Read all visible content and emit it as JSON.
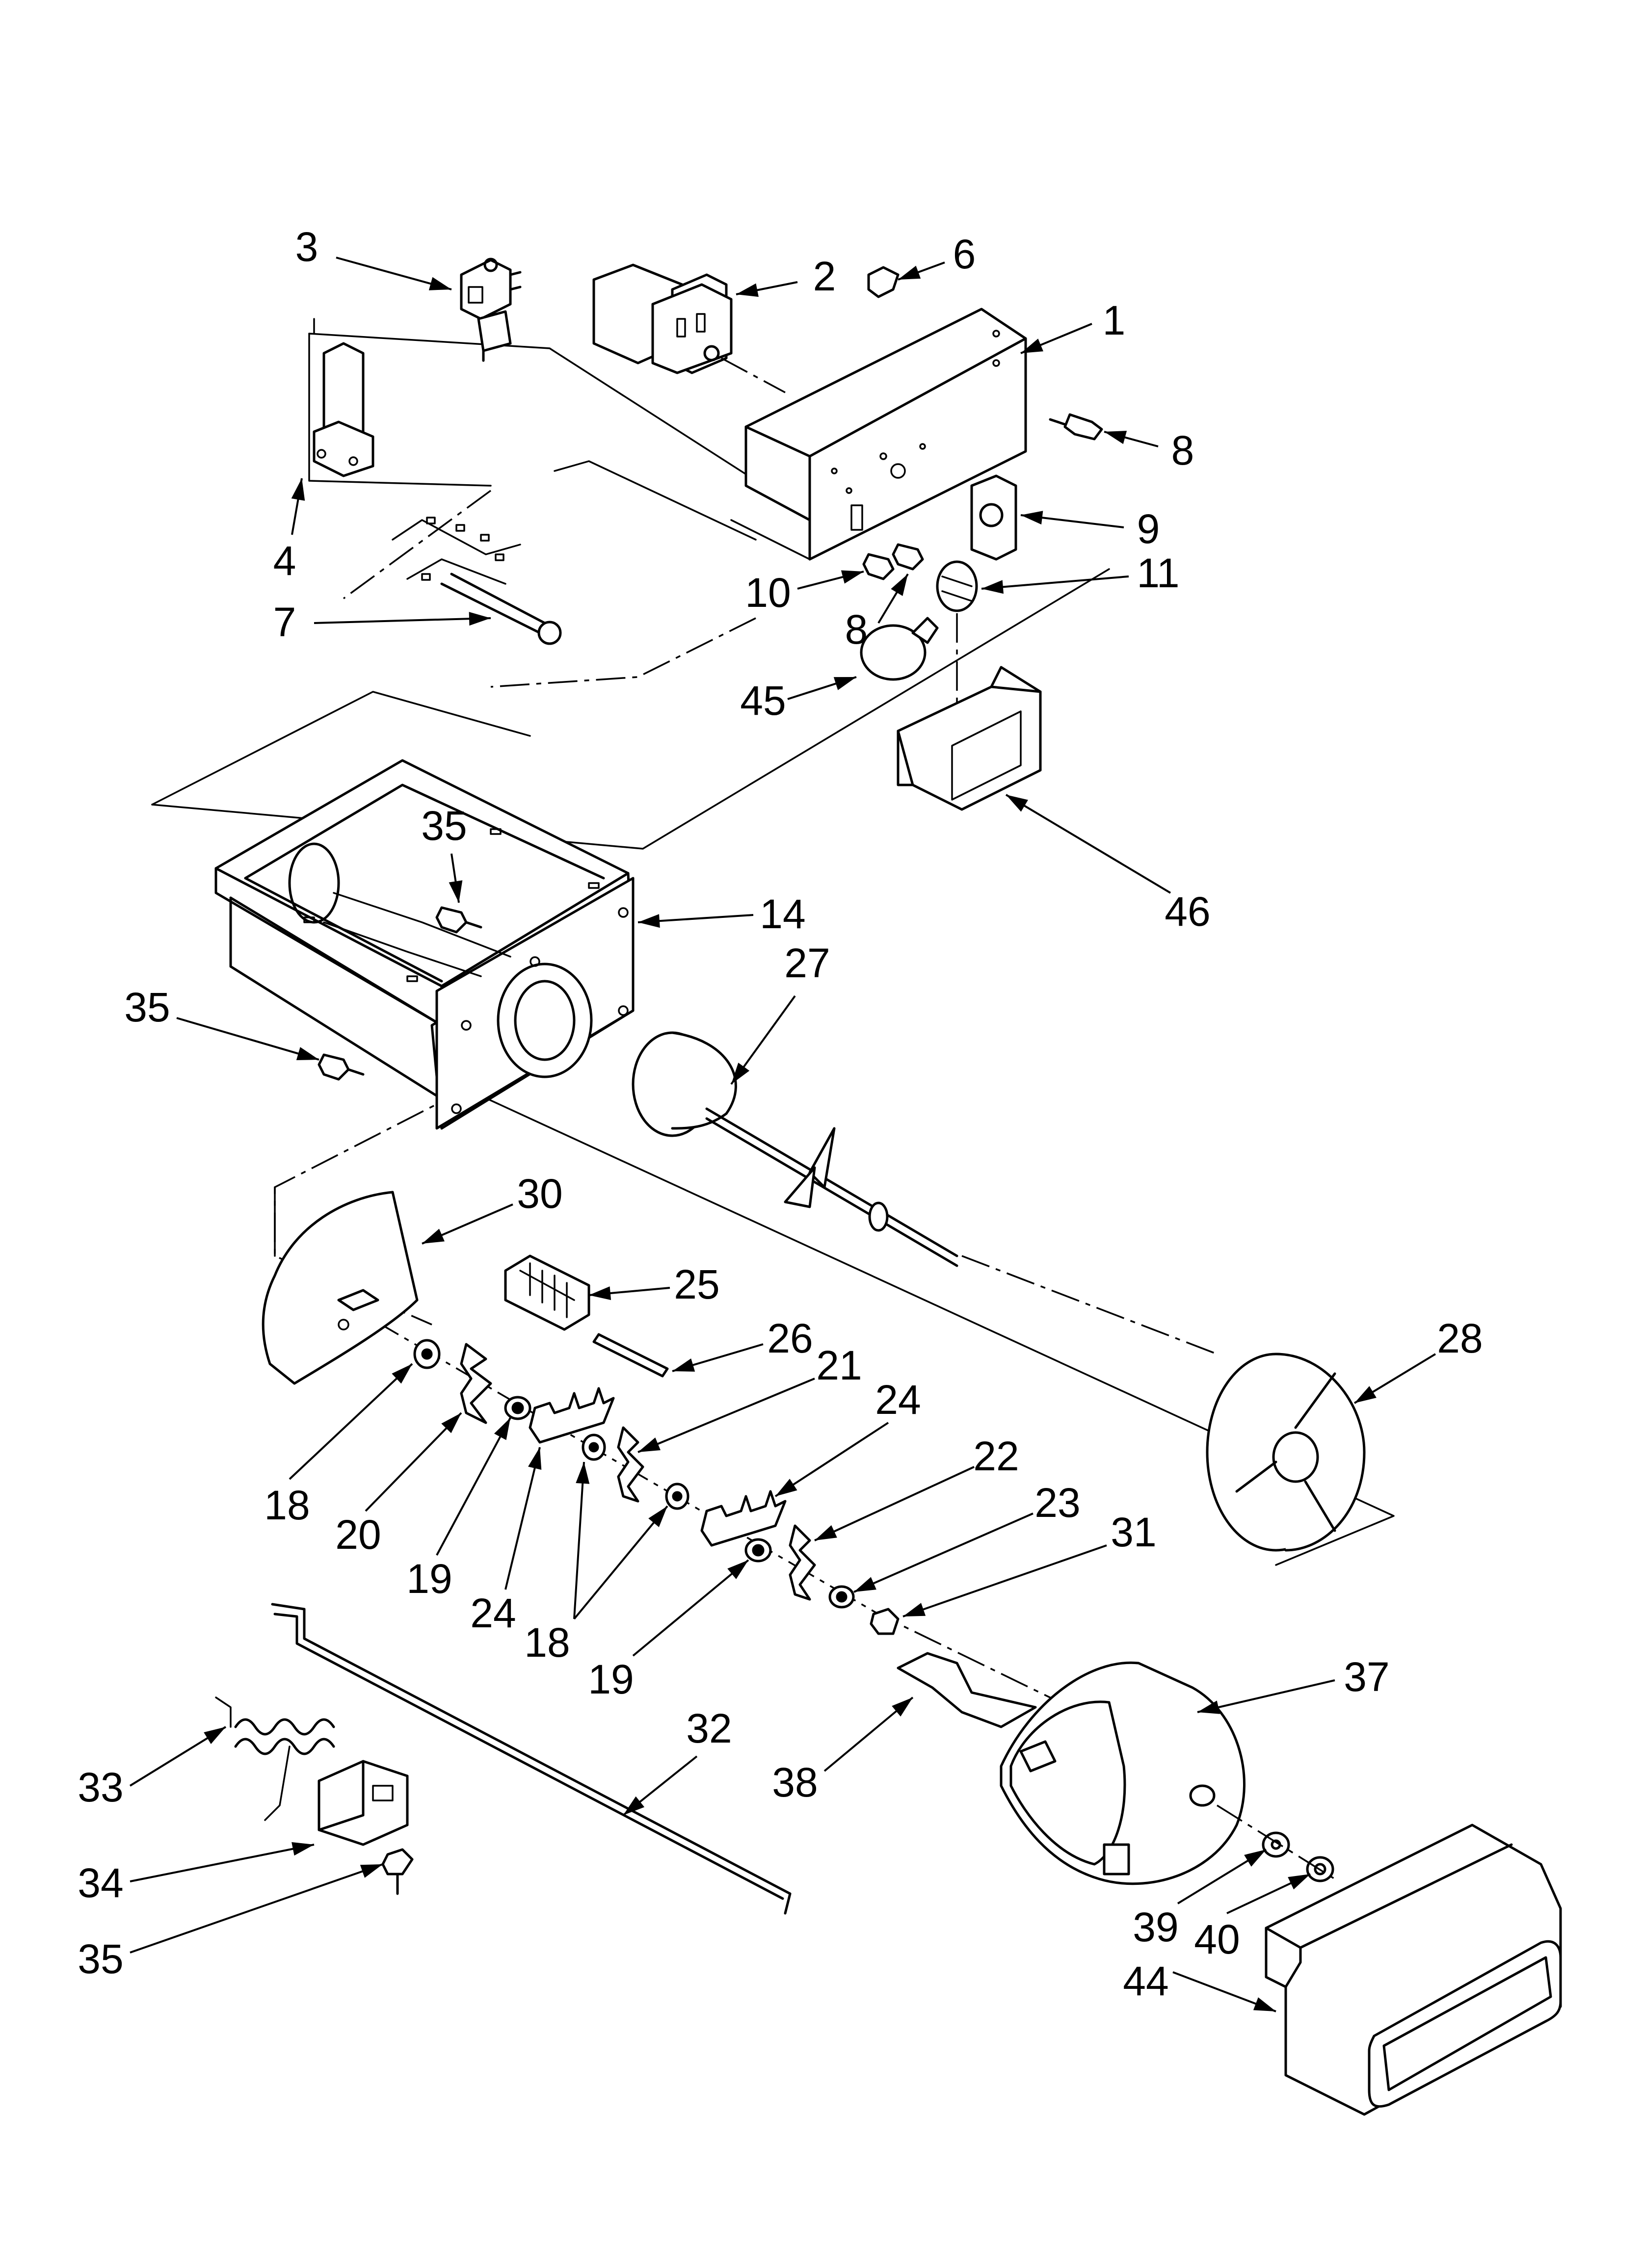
{
  "diagram": {
    "labels": [
      {
        "id": "1",
        "text": "1"
      },
      {
        "id": "2",
        "text": "2"
      },
      {
        "id": "3",
        "text": "3"
      },
      {
        "id": "4",
        "text": "4"
      },
      {
        "id": "6",
        "text": "6"
      },
      {
        "id": "7",
        "text": "7"
      },
      {
        "id": "8a",
        "text": "8"
      },
      {
        "id": "8b",
        "text": "8"
      },
      {
        "id": "9",
        "text": "9"
      },
      {
        "id": "10",
        "text": "10"
      },
      {
        "id": "11",
        "text": "11"
      },
      {
        "id": "14",
        "text": "14"
      },
      {
        "id": "18a",
        "text": "18"
      },
      {
        "id": "18b",
        "text": "18"
      },
      {
        "id": "19a",
        "text": "19"
      },
      {
        "id": "19b",
        "text": "19"
      },
      {
        "id": "20",
        "text": "20"
      },
      {
        "id": "21",
        "text": "21"
      },
      {
        "id": "22",
        "text": "22"
      },
      {
        "id": "23",
        "text": "23"
      },
      {
        "id": "24a",
        "text": "24"
      },
      {
        "id": "24b",
        "text": "24"
      },
      {
        "id": "25",
        "text": "25"
      },
      {
        "id": "26",
        "text": "26"
      },
      {
        "id": "27",
        "text": "27"
      },
      {
        "id": "28",
        "text": "28"
      },
      {
        "id": "30",
        "text": "30"
      },
      {
        "id": "31",
        "text": "31"
      },
      {
        "id": "32",
        "text": "32"
      },
      {
        "id": "33",
        "text": "33"
      },
      {
        "id": "34",
        "text": "34"
      },
      {
        "id": "35a",
        "text": "35"
      },
      {
        "id": "35b",
        "text": "35"
      },
      {
        "id": "35c",
        "text": "35"
      },
      {
        "id": "37",
        "text": "37"
      },
      {
        "id": "38",
        "text": "38"
      },
      {
        "id": "39",
        "text": "39"
      },
      {
        "id": "40",
        "text": "40"
      },
      {
        "id": "44",
        "text": "44"
      },
      {
        "id": "45",
        "text": "45"
      },
      {
        "id": "46",
        "text": "46"
      }
    ]
  }
}
